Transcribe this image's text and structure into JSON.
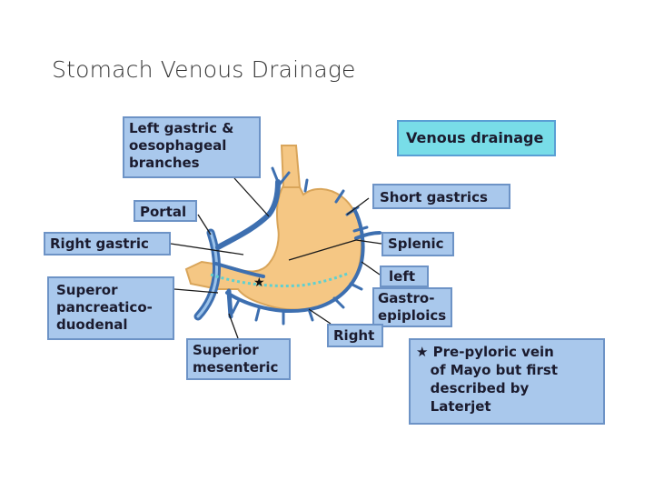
{
  "slide": {
    "title": "Stomach Venous Drainage"
  },
  "diagram": {
    "header": "Venous drainage",
    "labels": {
      "left_gastric": "Left gastric &\noesophageal\nbranches",
      "portal": "Portal",
      "right_gastric": "Right gastric",
      "superior_pancreaticoduodenal": "Superor\npancreatico-\nduodenal",
      "superior_mesenteric": "Superior\nmesenteric",
      "short_gastrics": "Short gastrics",
      "splenic": "Splenic",
      "left_gastroepiploic": "left",
      "gastroepiploics": "Gastro-\nepiploics",
      "right_gastroepiploic": "Right",
      "note": "★ Pre-pyloric vein\n   of Mayo but first\n   described by\n   Laterjet"
    },
    "star_symbol": "★",
    "colors": {
      "label_box_fill": "#a9c8ec",
      "label_box_border": "#6d93c6",
      "header_fill": "#78dde8",
      "stomach": "#f5c784",
      "stomach_outline": "#d9a55a",
      "vein": "#3d6fb0",
      "vein_highlight": "#9cc3ea",
      "dotted_line": "#5fd0d0"
    }
  }
}
